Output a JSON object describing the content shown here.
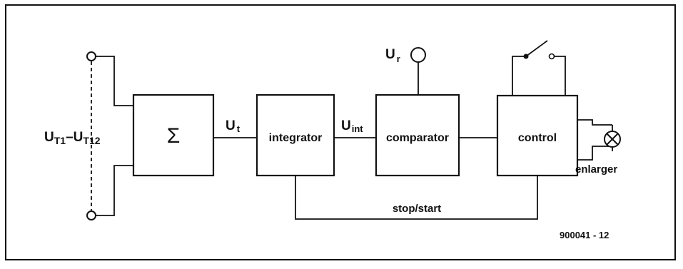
{
  "diagram": {
    "input_label": {
      "main": "U",
      "sub1": "T1",
      "dash": "–",
      "main2": "U",
      "sub2": "T12"
    },
    "blocks": {
      "sum": "Σ",
      "integrator": "integrator",
      "comparator": "comparator",
      "control": "control"
    },
    "signals": {
      "ut": {
        "main": "U",
        "sub": "t"
      },
      "uint": {
        "main": "U",
        "sub": "int"
      },
      "ur": {
        "main": "U",
        "sub": "r"
      }
    },
    "labels": {
      "enlarger": "enlarger",
      "stop_start": "stop/start",
      "figure_code": "900041 - 12"
    }
  }
}
